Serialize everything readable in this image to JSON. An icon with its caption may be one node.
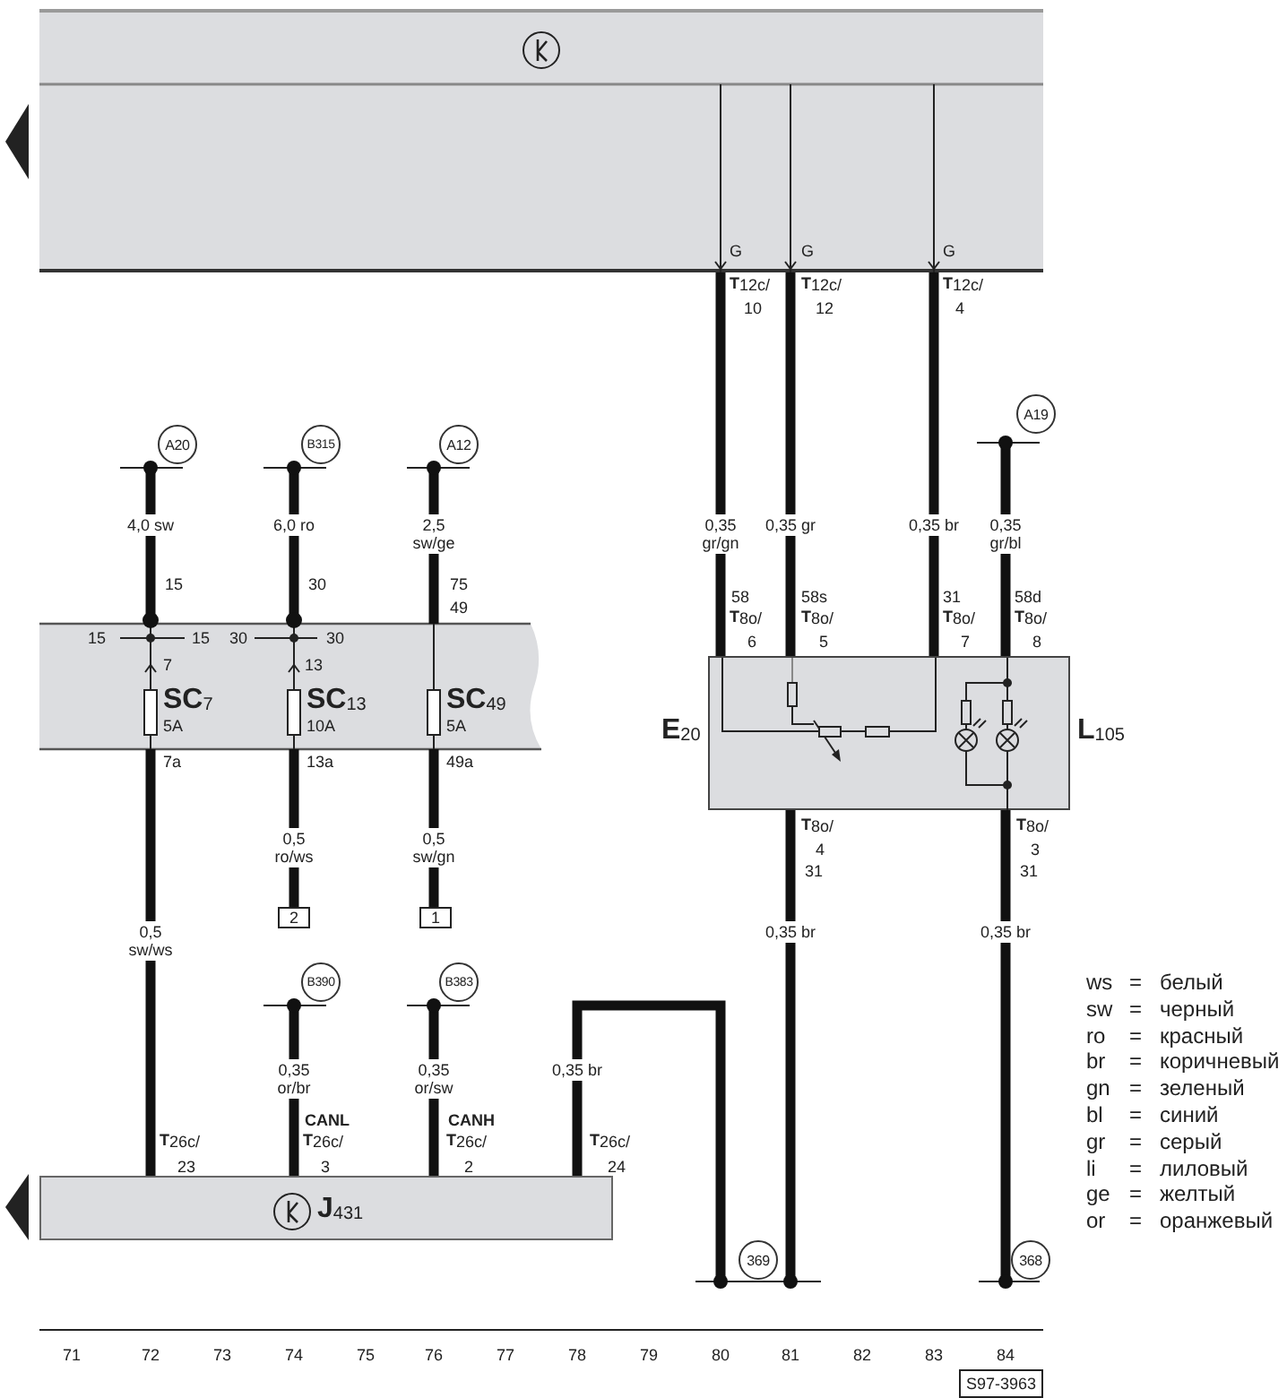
{
  "diagram": {
    "nodes": [
      {
        "text": [],
        "shape": "box"
      },
      {
        "text": [
          "A20"
        ]
      },
      {
        "text": [
          "B315"
        ]
      },
      {
        "text": [
          "A12"
        ]
      },
      {
        "text": [
          "A19"
        ]
      },
      {
        "text": [],
        "shape": "band"
      },
      {
        "text": [
          "**SC**$_{7}$",
          "5A"
        ],
        "in": 5
      },
      {
        "text": [
          "**SC**$_{13}$",
          "10A"
        ],
        "in": 5
      },
      {
        "text": [
          "**SC**$_{49}$",
          "5A"
        ],
        "in": 5
      },
      {
        "text": [
          "**E**$_{20}$",
          "**L**$_{105}$"
        ]
      },
      {
        "text": [
          "2"
        ]
      },
      {
        "text": [
          "1"
        ]
      },
      {
        "text": [
          "B390"
        ]
      },
      {
        "text": [
          "B383"
        ]
      },
      {
        "text": [
          "**J**$_{431}$"
        ]
      },
      {
        "text": [
          "369"
        ]
      },
      {
        "text": [
          "368"
        ]
      }
    ],
    "edges": [
      {
        "from": 0,
        "to": 9,
        "arrow": "none"
      },
      {
        "from": 0,
        "to": 9,
        "arrow": "none"
      },
      {
        "from": 0,
        "to": 9,
        "arrow": "none"
      },
      {
        "from": 4,
        "to": 9,
        "arrow": "none"
      },
      {
        "from": 1,
        "to": 5,
        "arrow": "other"
      },
      {
        "from": 2,
        "to": 5,
        "arrow": "other"
      },
      {
        "from": 3,
        "to": 5,
        "arrow": "none"
      },
      {
        "from": 5,
        "to": 14,
        "arrow": "none"
      },
      {
        "from": 5,
        "to": 10,
        "arrow": "none"
      },
      {
        "from": 5,
        "to": 11,
        "arrow": "none"
      },
      {
        "from": 12,
        "to": 14,
        "arrow": "none"
      },
      {
        "from": 13,
        "to": 14,
        "arrow": "none"
      },
      {
        "from": 14,
        "to": 15,
        "arrow": "none"
      },
      {
        "from": 9,
        "to": 15,
        "arrow": "none"
      },
      {
        "from": 9,
        "to": 16,
        "arrow": "none"
      }
    ],
    "labels": [
      "G",
      "G",
      "G",
      "**T**$_{12c/}$",
      "10",
      "**T**$_{12c/}$",
      "12",
      "**T**$_{12c/}$",
      "4",
      "4,0 sw",
      "6,0 ro",
      "2,5 sw/ge",
      "0,35 gr/gn",
      "0,35 gr",
      "0,35 br",
      "0,35 gr/bl",
      "15",
      "30",
      "75",
      "58",
      "58s",
      "31",
      "58d",
      "49",
      "**T**$_{8o/}$",
      "**T**$_{8o/}$",
      "**T**$_{8o/}$",
      "**T**$_{8o/}$",
      "15",
      "15",
      "30",
      "30",
      "6",
      "5",
      "7",
      "8",
      "7",
      "13",
      "7a",
      "13a",
      "49a",
      "**T**$_{8o/}$",
      "**T**$_{8o/}$",
      "4",
      "3",
      "31",
      "31",
      "0,5 ro/ws",
      "0,5 sw/gn",
      "0,5 sw/ws",
      "0,35 br",
      "0,35 br",
      "0,35 or/br",
      "0,35 or/sw",
      "0,35 br",
      "CANL",
      "CANH",
      "**T**$_{26c/}$",
      "**T**$_{26c/}$",
      "**T**$_{26c/}$",
      "**T**$_{26c/}$",
      "23",
      "3",
      "2",
      "24",
      "ws",
      "=",
      "белый",
      "sw",
      "=",
      "черный",
      "ro",
      "=",
      "красный",
      "br",
      "=",
      "коричневый",
      "gn",
      "=",
      "зеленый",
      "bl",
      "=",
      "синий",
      "gr",
      "=",
      "серый",
      "li",
      "=",
      "лиловый",
      "ge",
      "=",
      "желтый",
      "or",
      "=",
      "оранжевый",
      "71",
      "72",
      "73",
      "74",
      "75",
      "76",
      "77",
      "78",
      "79",
      "80",
      "81",
      "82",
      "83",
      "84",
      "S97-3963"
    ]
  }
}
